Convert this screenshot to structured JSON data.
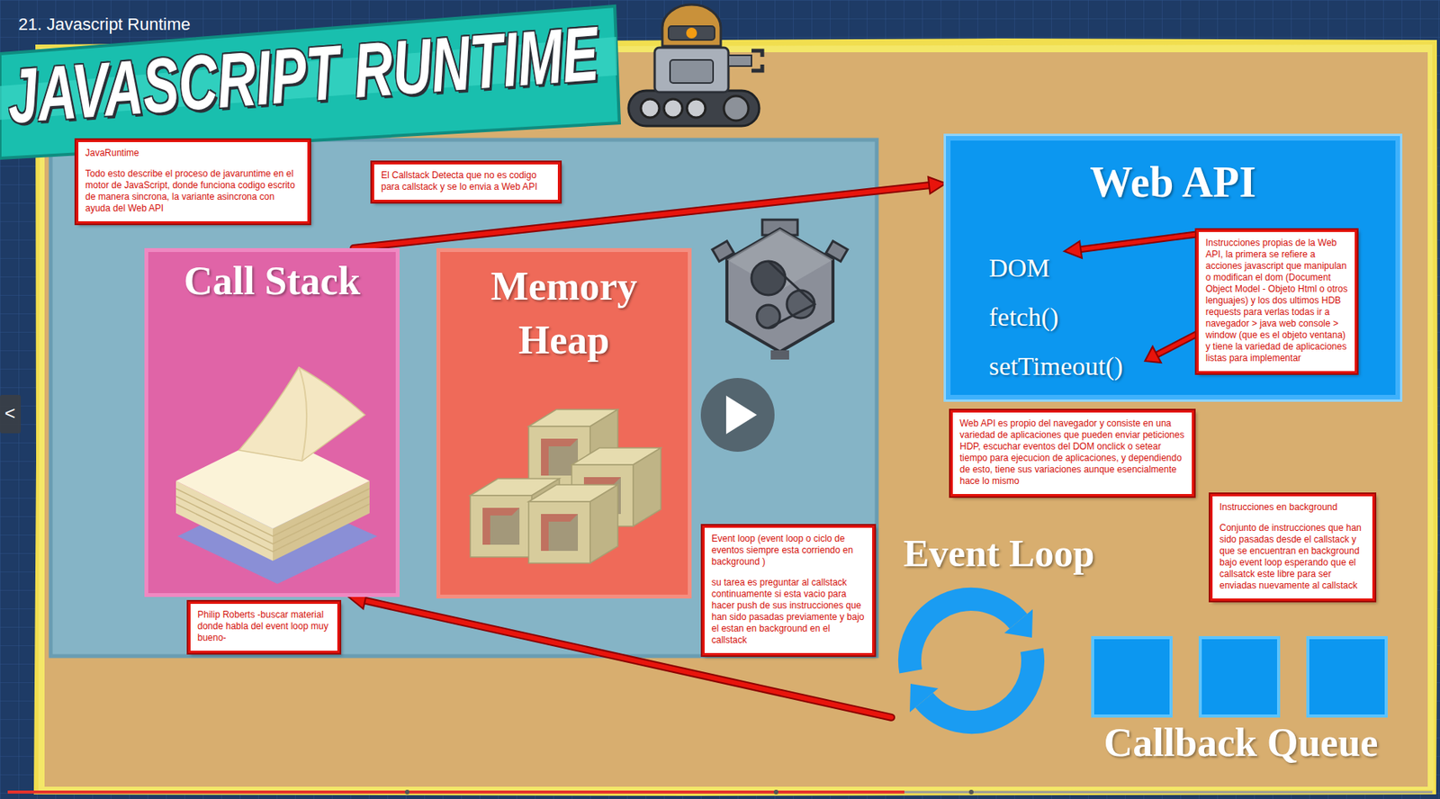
{
  "diagram": {
    "title": "JAVASCRIPT RUNTIME",
    "nodes": [
      {
        "text": [
          "JavaRuntime",
          "Todo esto describe el proceso de javaruntime en el motor de JavaScript, donde funciona codigo escrito de manera sincrona, la variante asincrona con ayuda del Web API"
        ]
      },
      {
        "text": [
          "El Callstack Detecta que no es codigo para callstack y se lo envia a Web API"
        ]
      },
      {
        "text": [
          "Web API",
          "DOM",
          "fetch()",
          "setTimeout()"
        ]
      },
      {
        "text": [
          "Instrucciones propias de la Web API, la primera se refiere a acciones javascript que manipulan o modifican el dom (Document Object Model - Objeto Html o otros lenguajes) y los dos ultimos HDB requests para verlas todas ir a navegador > java web console > window (que es el objeto ventana) y tiene la variedad de aplicaciones listas para implementar"
        ]
      },
      {
        "text": [
          "Call Stack"
        ]
      },
      {
        "text": [
          "Memory Heap"
        ]
      },
      {
        "text": [
          "Web API es propio del navegador y consiste en una variedad de aplicaciones que pueden enviar peticiones HDP, escuchar eventos del DOM onclick o setear tiempo para ejecucion de aplicaciones, y dependiendo de esto, tiene sus variaciones aunque esencialmente hace lo mismo"
        ]
      },
      {
        "text": [
          "Instrucciones en background",
          "Conjunto de instrucciones que han sido pasadas desde el callstack y que se encuentran en background bajo event loop esperando que el callsatck este libre para ser enviadas nuevamente al callstack"
        ]
      },
      {
        "text": [
          "Event loop (event loop o ciclo de eventos siempre esta corriendo en background )",
          "su tarea es preguntar al callstack continuamente si esta vacio para hacer push de sus instrucciones que han sido pasadas previamente y bajo el estan en background en el callstack"
        ]
      },
      {
        "text": [
          "Event Loop"
        ]
      },
      {
        "text": [
          "Philip Roberts -buscar material donde habla del event loop muy bueno-"
        ]
      },
      {
        "text": [
          "Callback Queue"
        ]
      }
    ],
    "edges": [
      {
        "from": 4,
        "to": 2,
        "arrow": "to"
      },
      {
        "from": 9,
        "to": 4,
        "arrow": "to"
      }
    ],
    "labels": [
      "21. Javascript Runtime",
      "<"
    ]
  }
}
